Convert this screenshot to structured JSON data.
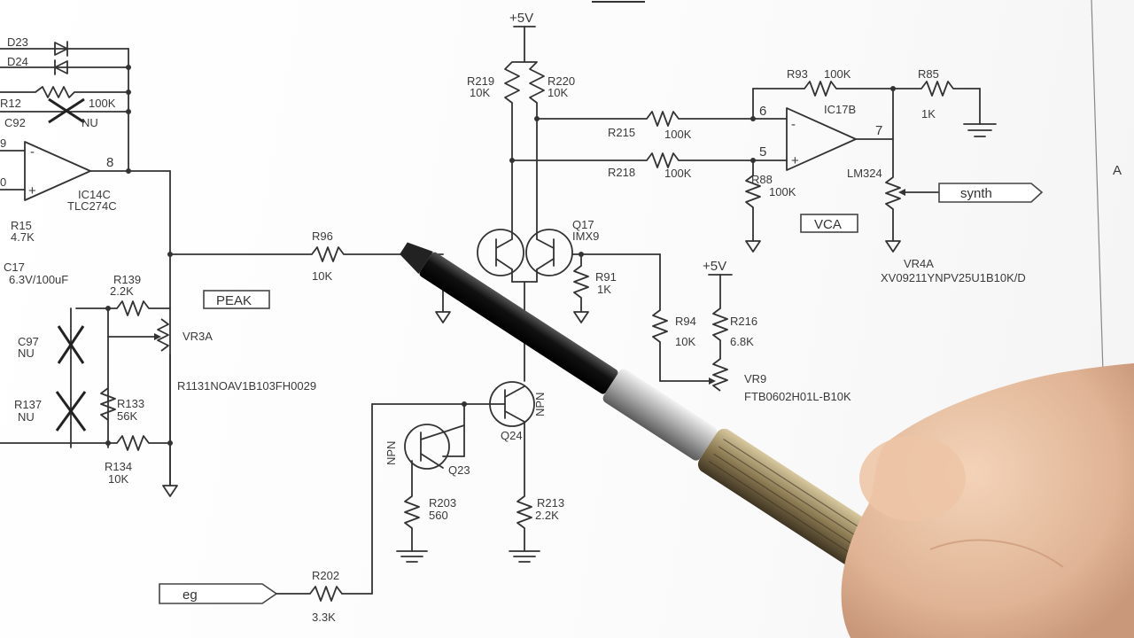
{
  "power": {
    "top": "+5V",
    "mid": "+5V"
  },
  "components": {
    "d23": "D23",
    "d24": "D24",
    "r12x": "R12",
    "r12x_val": "100K",
    "c92": "C92",
    "c92_val": "NU",
    "ic14c": "IC14C",
    "ic14c_part": "TLC274C",
    "r15": "R15",
    "r15_val": "4.7K",
    "c17": "C17",
    "c17_val": "6.3V/100uF",
    "r139": "R139",
    "r139_val": "2.2K",
    "vr3a": "VR3A",
    "vr3a_part": "R1131NOAV1B103FH0029",
    "c97": "C97",
    "c97_val": "NU",
    "r137": "R137",
    "r137_val": "NU",
    "r133": "R133",
    "r133_val": "56K",
    "r134": "R134",
    "r134_val": "10K",
    "r96": "R96",
    "r96_val": "10K",
    "r219": "R219",
    "r219_val": "10K",
    "r220": "R220",
    "r220_val": "10K",
    "r215": "R215",
    "r215_val": "100K",
    "r218": "R218",
    "r218_val": "100K",
    "q17": "Q17",
    "q17_part": "IMX9",
    "r91": "R91",
    "r91_val": "1K",
    "r94": "R94",
    "r94_val": "10K",
    "r216": "R216",
    "r216_val": "6.8K",
    "vr9": "VR9",
    "vr9_part": "FTB0602H01L-B10K",
    "q24": "Q24",
    "q24_type": "NPN",
    "q23": "Q23",
    "q23_type": "NPN",
    "r203": "R203",
    "r203_val": "560",
    "r213": "R213",
    "r213_val": "2.2K",
    "r202": "R202",
    "r202_val": "3.3K",
    "r93": "R93",
    "r93_val": "100K",
    "r85": "R85",
    "r85_val": "1K",
    "ic17b": "IC17B",
    "ic17b_part": "LM324",
    "r88": "R88",
    "r88_val": "100K",
    "vr4a": "VR4A",
    "vr4a_part": "XV09211YNPV25U1B10K/D"
  },
  "pins": {
    "ic14_out": "8",
    "ic17_inv": "6",
    "ic17_noninv": "5",
    "ic17_out": "7",
    "ic14_minus": "-",
    "ic14_plus": "+",
    "ic17_minus": "-",
    "ic17_plus": "+",
    "ic14_edge_top": "9",
    "ic14_edge_bot": "0"
  },
  "tags": {
    "peak": "PEAK",
    "vca": "VCA",
    "synth": "synth",
    "eg": "eg"
  },
  "margin": {
    "grid_letter": "A"
  }
}
